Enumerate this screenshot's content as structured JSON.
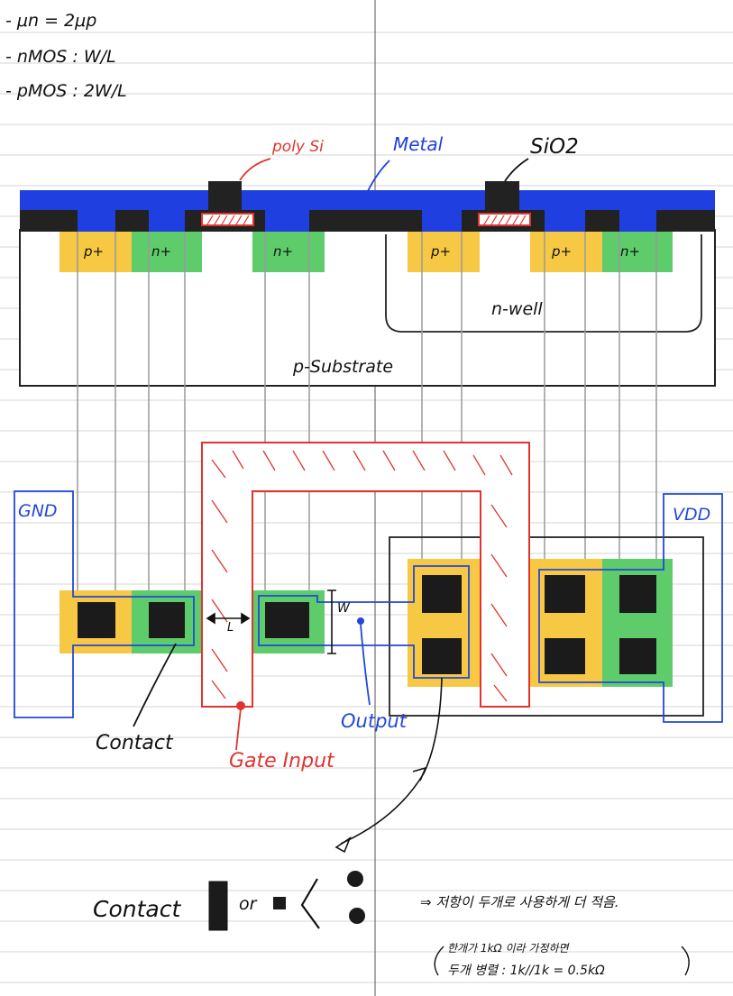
{
  "notes": {
    "line1": "- μn = 2μp",
    "line2": "- nMOS : W/L",
    "line3": "- pMOS : 2W/L"
  },
  "cross_section": {
    "poly_label": "poly Si",
    "metal_label": "Metal",
    "oxide_label": "SiO2",
    "p_plus": "p+",
    "n_plus": "n+",
    "nwell_label": "n-well",
    "substrate_label": "p-Substrate"
  },
  "layout": {
    "gnd_label": "GND",
    "vdd_label": "VDD",
    "length_label": "L",
    "width_label": "W",
    "contact_label": "Contact",
    "gate_label": "Gate Input",
    "output_label": "Output"
  },
  "bottom_note": {
    "contact_word": "Contact",
    "or_word": "or",
    "arrow_text": "⇒ 저항이 두개로 사용하게 더 적음.",
    "line1": "한개가 1kΩ 이라 가정하면",
    "line2": "두개 병렬 : 1k//1k = 0.5kΩ"
  },
  "colors": {
    "metal": "#1f3fe0",
    "oxide": "#222222",
    "p_diffusion": "#f7c843",
    "n_diffusion": "#5fcc6b",
    "poly": "#e0342f",
    "wire_blue": "#2348d8",
    "ruled_line": "#d4d4d4"
  }
}
